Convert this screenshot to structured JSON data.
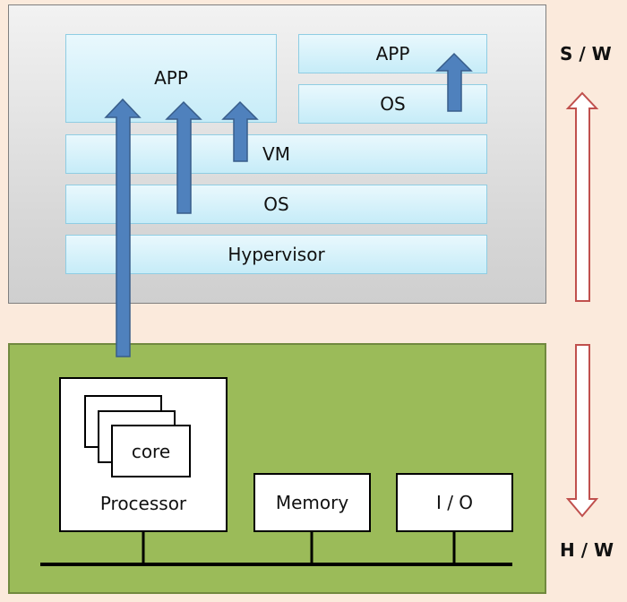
{
  "software": {
    "vm_app_label": "APP",
    "vm_label": "VM",
    "guest_os_label": "OS",
    "hypervisor_label": "Hypervisor",
    "native_app_label": "APP",
    "native_os_label": "OS"
  },
  "hardware": {
    "core_label": "core",
    "processor_label": "Processor",
    "memory_label": "Memory",
    "io_label": "I / O"
  },
  "side_labels": {
    "software": "S / W",
    "hardware": "H / W"
  },
  "colors": {
    "background": "#fbeadc",
    "layer_fill": "#c6ecf8",
    "hardware_panel": "#9bbb59",
    "arrow_fill": "#4f81bd",
    "double_arrow_outline": "#c0504d"
  }
}
